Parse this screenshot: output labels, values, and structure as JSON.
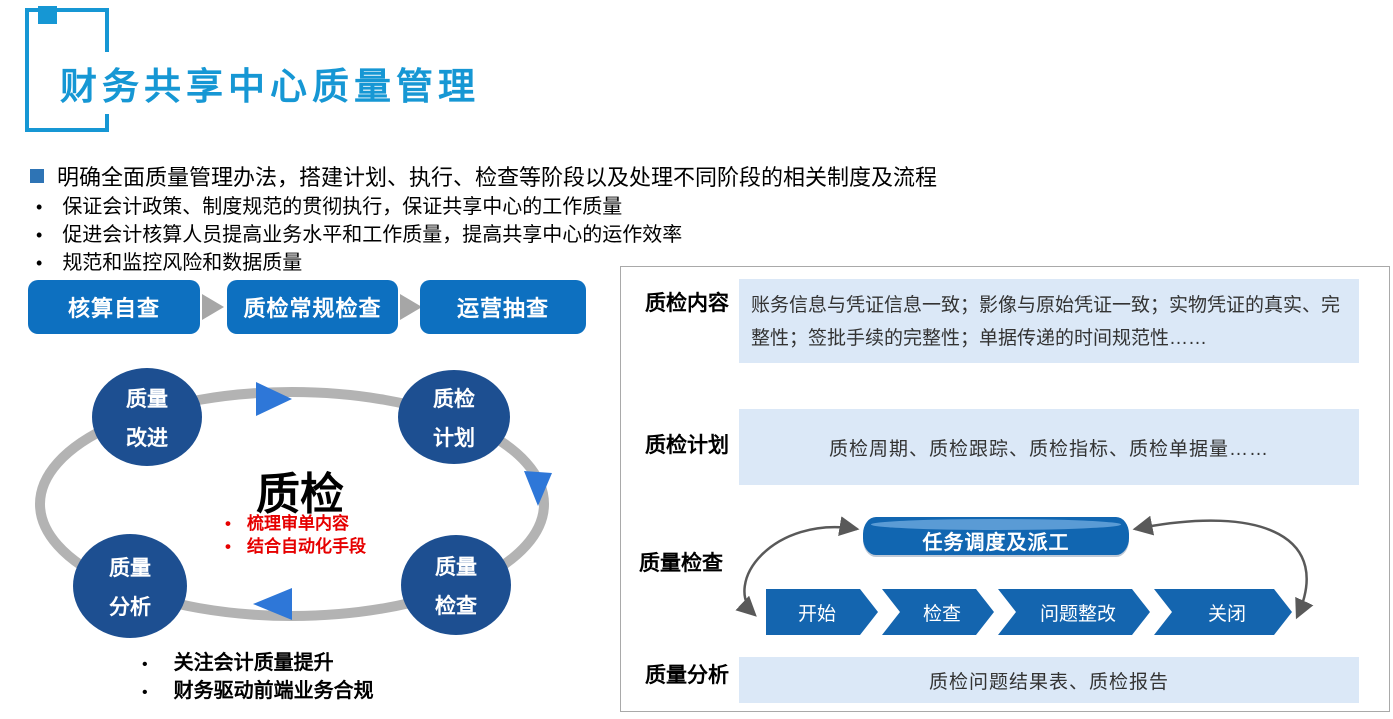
{
  "title": "财务共享中心质量管理",
  "intro": {
    "main": "明确全面质量管理办法，搭建计划、执行、检查等阶段以及处理不同阶段的相关制度及流程",
    "bullets": [
      "保证会计政策、制度规范的贯彻执行，保证共享中心的工作质量",
      "促进会计核算人员提高业务水平和工作质量，提高共享中心的运作效率",
      "规范和监控风险和数据质量"
    ]
  },
  "flow": {
    "steps": [
      "核算自查",
      "质检常规检查",
      "运营抽查"
    ]
  },
  "cycle": {
    "center": {
      "title": "质检",
      "points": [
        "梳理审单内容",
        "结合自动化手段"
      ]
    },
    "nodes": [
      {
        "line1": "质量",
        "line2": "改进"
      },
      {
        "line1": "质检",
        "line2": "计划"
      },
      {
        "line1": "质量",
        "line2": "检查"
      },
      {
        "line1": "质量",
        "line2": "分析"
      }
    ],
    "footnotes": [
      "关注会计质量提升",
      "财务驱动前端业务合规"
    ]
  },
  "panel": {
    "rows": [
      {
        "label": "质检内容",
        "content": "账务信息与凭证信息一致；影像与原始凭证一致；实物凭证的真实、完整性；签批手续的完整性；单据传递的时间规范性……"
      },
      {
        "label": "质检计划",
        "content": "质检周期、质检跟踪、质检指标、质检单据量……"
      },
      {
        "label": "质量检查",
        "scheduler": "任务调度及派工",
        "steps": [
          "开始",
          "检查",
          "问题整改",
          "关闭"
        ]
      },
      {
        "label": "质量分析",
        "content": "质检问题结果表、质检报告"
      }
    ]
  },
  "colors": {
    "title_blue": "#1697d4",
    "button_blue": "#0d70c0",
    "node_navy": "#1d4f91",
    "chevron_blue": "#1465af",
    "cylinder_blue": "#1166b1",
    "light_box_bg": "#dbe8f7",
    "ring_gray": "#b3b3b3",
    "arrow_gray": "#a6a6a6",
    "cycle_arrow_blue": "#2e77d8",
    "accent_red": "#e60000"
  }
}
